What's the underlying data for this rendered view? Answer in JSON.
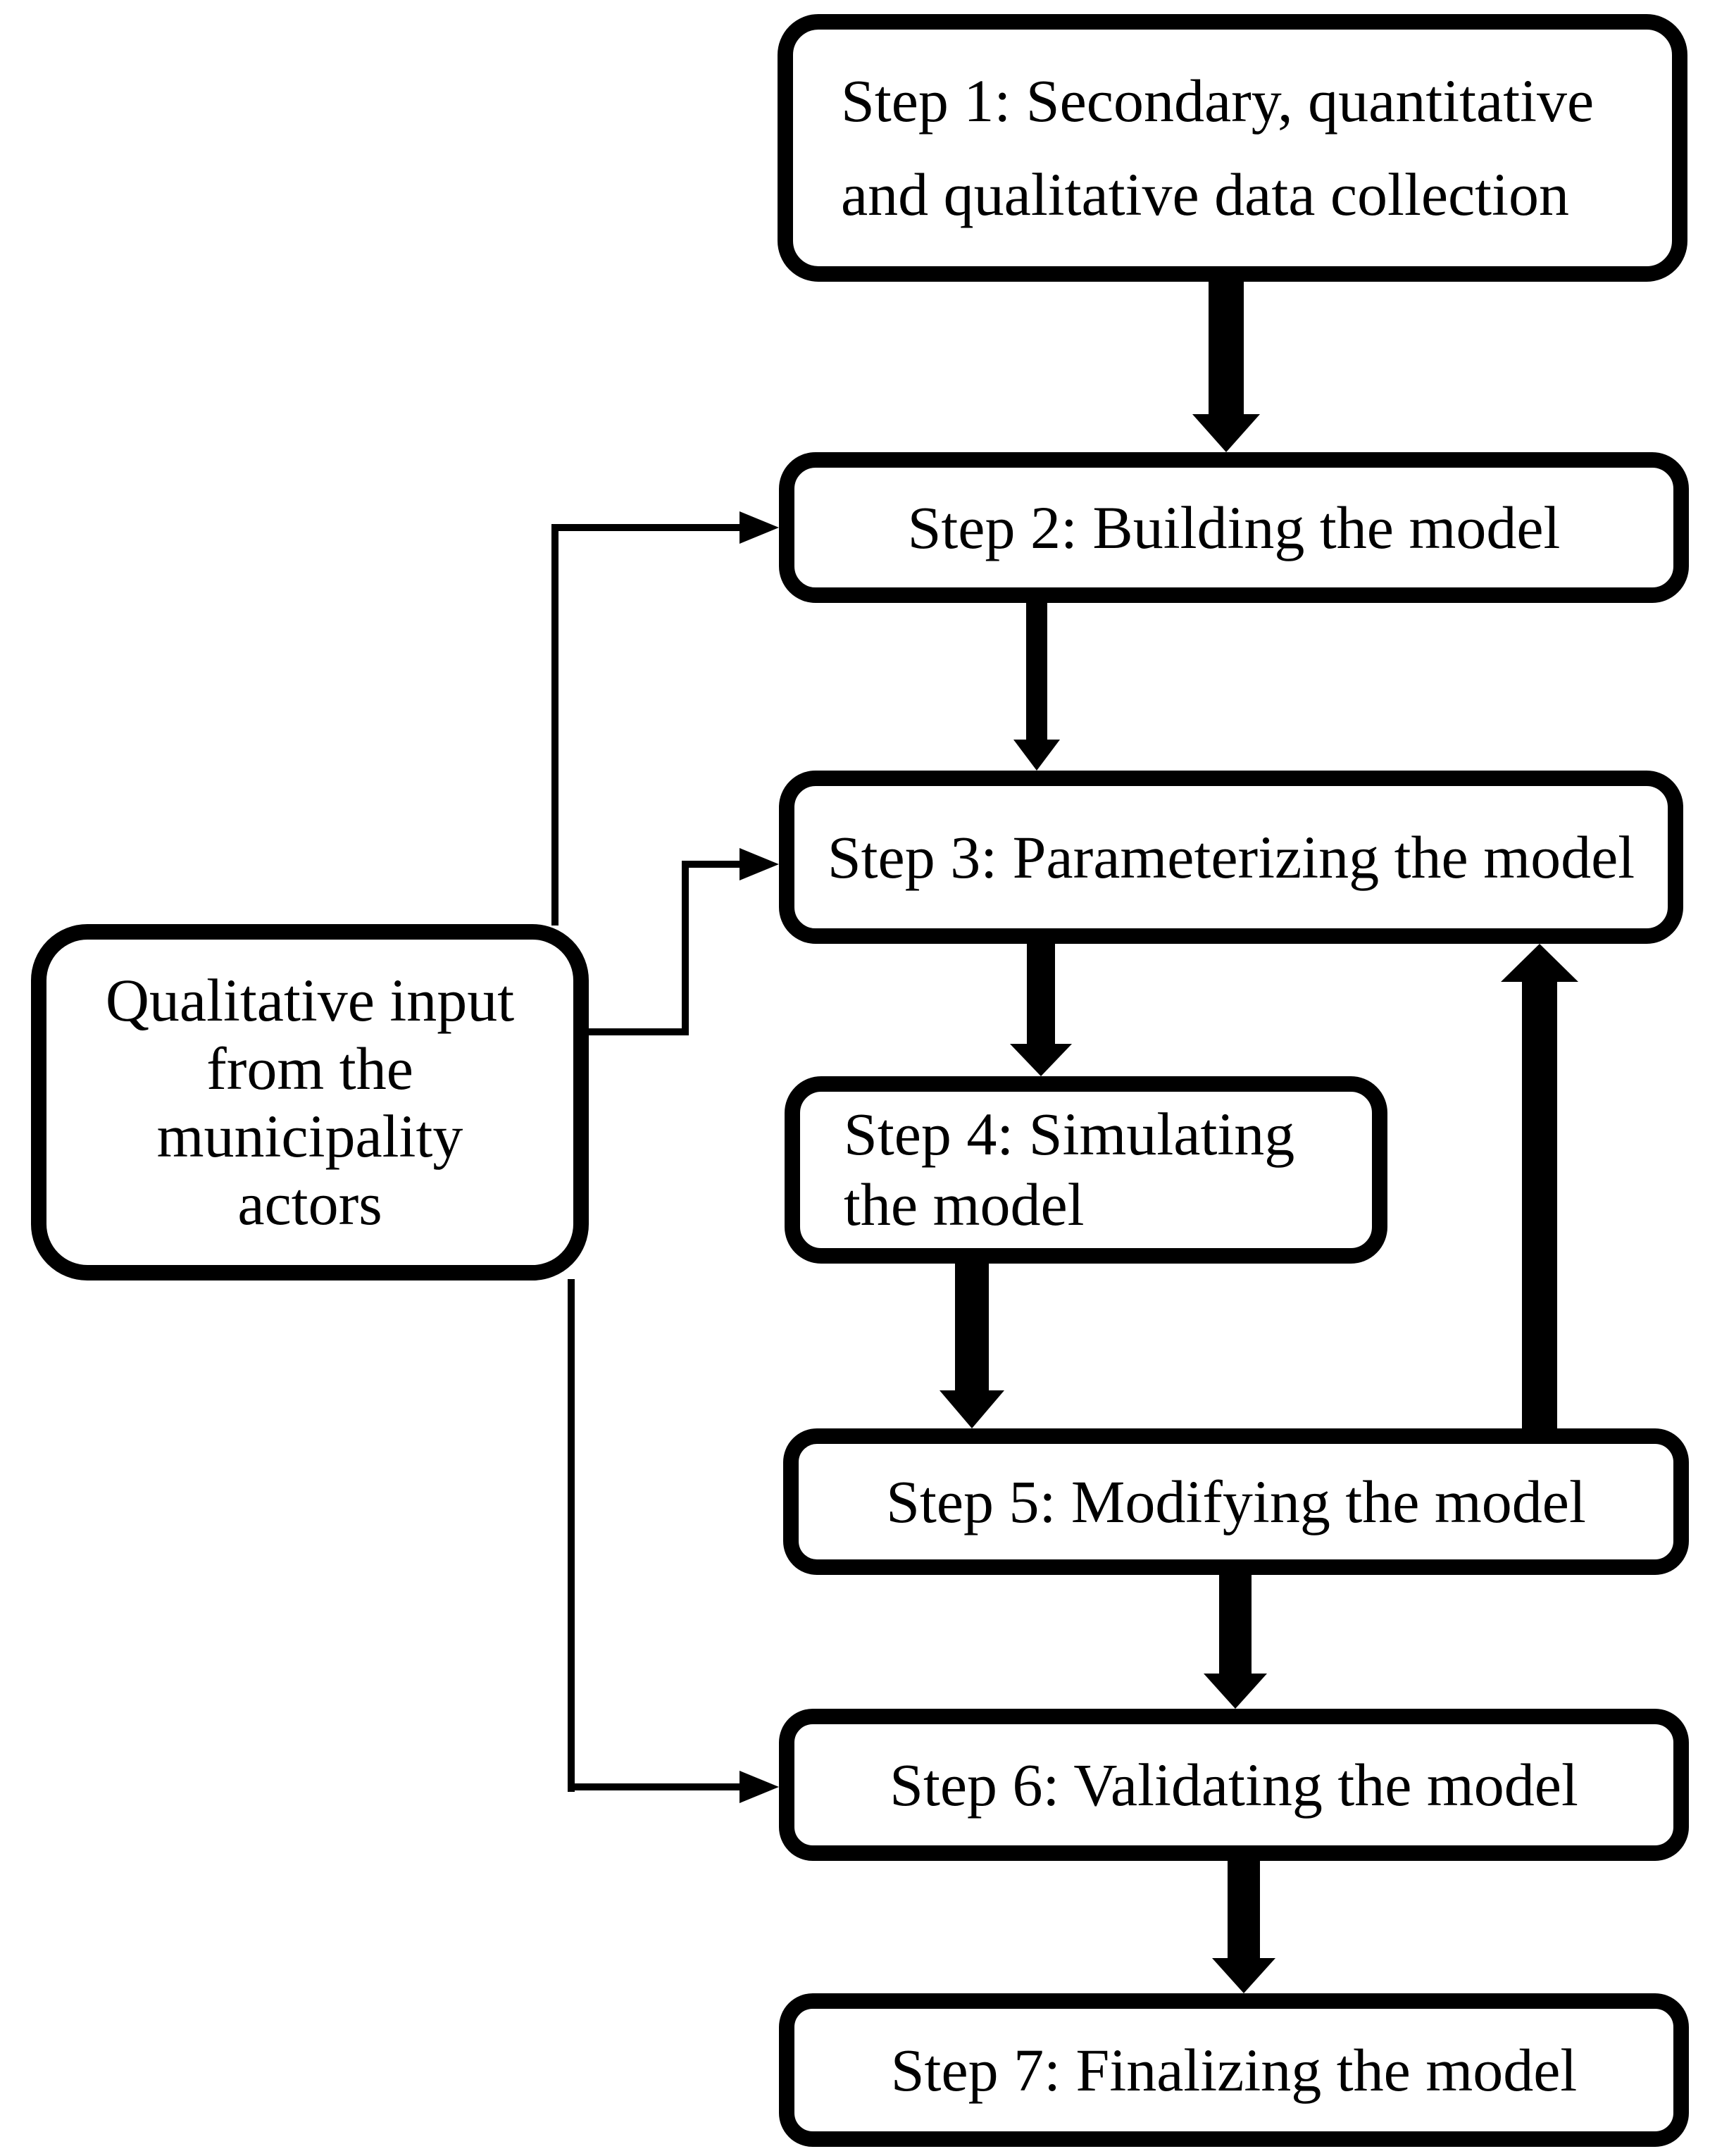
{
  "diagram": {
    "type": "flowchart",
    "background_color": "#ffffff",
    "stroke_color": "#000000",
    "nodes": {
      "step1": {
        "label": "Step 1: Secondary, quantitative\nand qualitative data collection"
      },
      "step2": {
        "label": "Step 2: Building the model"
      },
      "step3": {
        "label": "Step 3: Parameterizing the model"
      },
      "step4": {
        "label": "Step 4: Simulating\nthe model"
      },
      "step5": {
        "label": "Step 5: Modifying the model"
      },
      "step6": {
        "label": "Step 6: Validating the model"
      },
      "step7": {
        "label": "Step 7: Finalizing the model"
      },
      "qualitative_input": {
        "label": "Qualitative input\nfrom the\nmunicipality\nactors"
      }
    },
    "edges": [
      {
        "from": "step1",
        "to": "step2",
        "style": "thick-arrow"
      },
      {
        "from": "step2",
        "to": "step3",
        "style": "thick-arrow"
      },
      {
        "from": "step3",
        "to": "step4",
        "style": "thick-arrow"
      },
      {
        "from": "step4",
        "to": "step5",
        "style": "thick-arrow"
      },
      {
        "from": "step5",
        "to": "step6",
        "style": "thick-arrow"
      },
      {
        "from": "step6",
        "to": "step7",
        "style": "thick-arrow"
      },
      {
        "from": "step5",
        "to": "step3",
        "style": "thick-arrow-feedback"
      },
      {
        "from": "qualitative_input",
        "to": "step2",
        "style": "thin-arrow"
      },
      {
        "from": "qualitative_input",
        "to": "step3",
        "style": "thin-arrow"
      },
      {
        "from": "qualitative_input",
        "to": "step6",
        "style": "thin-arrow"
      }
    ]
  }
}
